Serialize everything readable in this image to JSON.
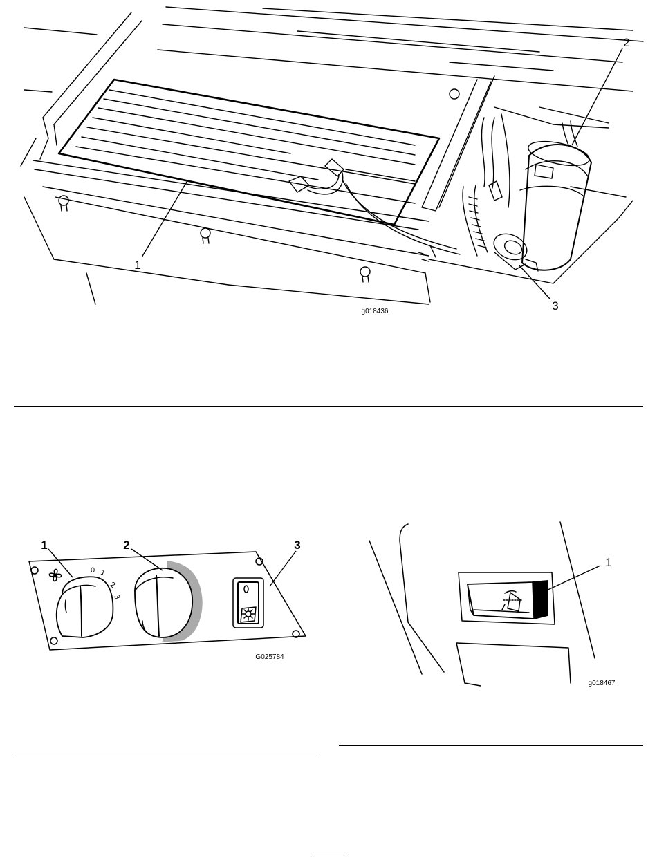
{
  "figure_top": {
    "id": "g018436",
    "callouts": [
      "1",
      "2",
      "3"
    ]
  },
  "figure_controls": {
    "id": "G025784",
    "callouts": [
      "1",
      "2",
      "3"
    ],
    "fan_scale": [
      "0",
      "1",
      "2",
      "3"
    ]
  },
  "figure_wiper": {
    "id": "g018467",
    "callouts": [
      "1"
    ]
  }
}
